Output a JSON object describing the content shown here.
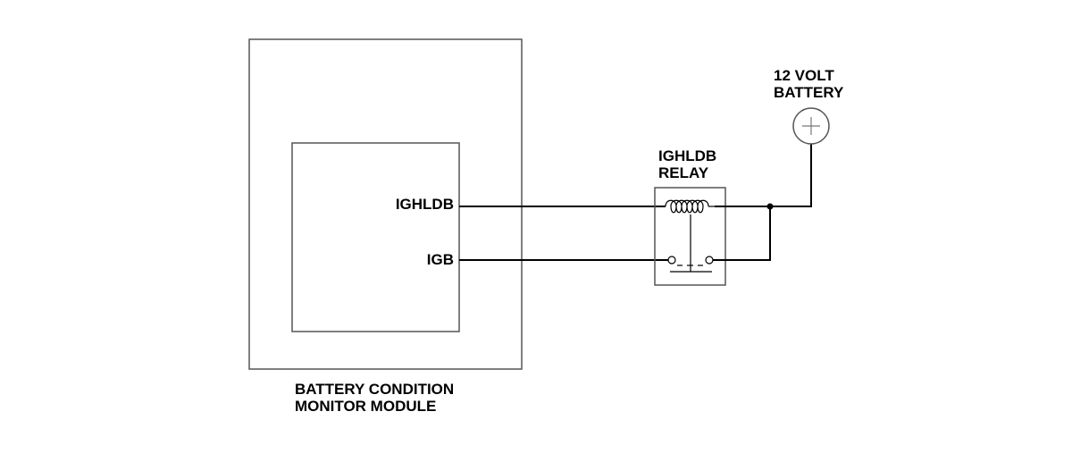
{
  "module": {
    "name_line1": "BATTERY CONDITION",
    "name_line2": "MONITOR MODULE",
    "pins": [
      "IGHLDB",
      "IGB"
    ]
  },
  "relay": {
    "name_line1": "IGHLDB",
    "name_line2": "RELAY"
  },
  "battery": {
    "name_line1": "12 VOLT",
    "name_line2": "BATTERY",
    "terminal_symbol": "plus-icon"
  },
  "colors": {
    "wire": "#000000",
    "outline": "#555555",
    "background": "#ffffff"
  }
}
